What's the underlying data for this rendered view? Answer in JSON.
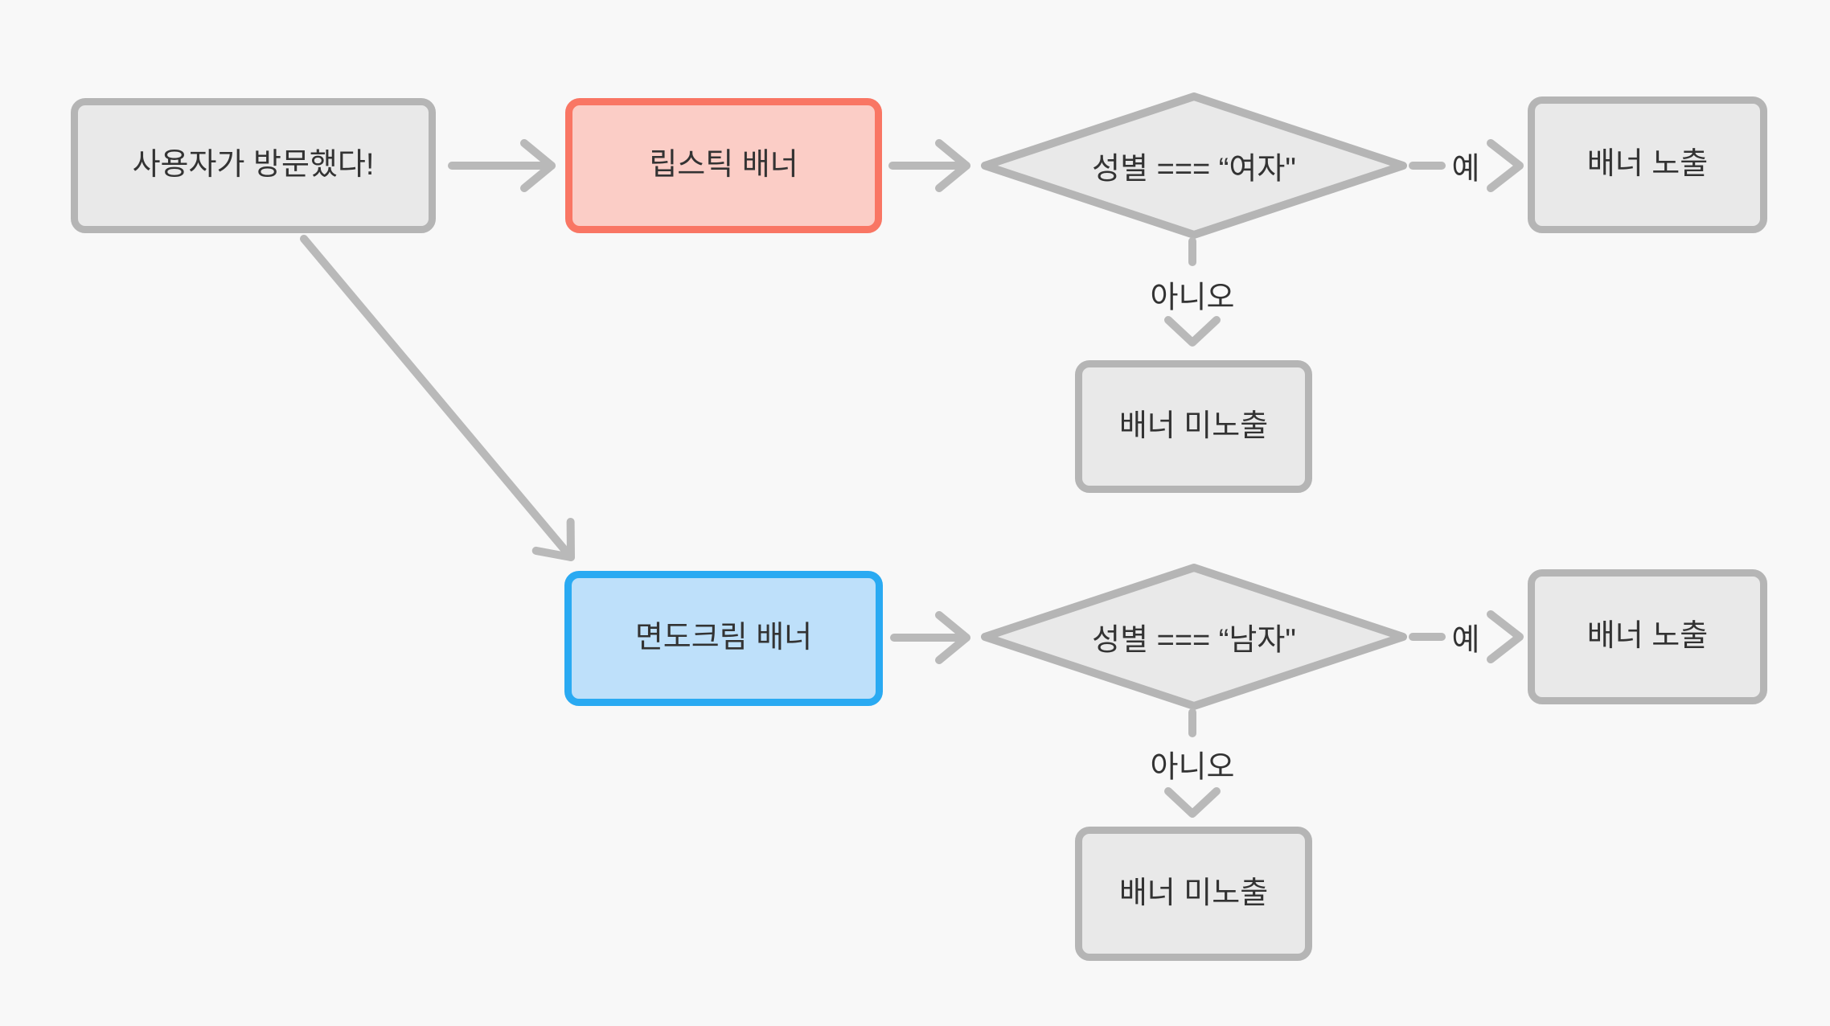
{
  "colors": {
    "background": "#F8F8F8",
    "node_fill": "#E9E9E9",
    "node_border": "#B5B5B5",
    "edge": "#B9B9B9",
    "text": "#333333",
    "lipstick_border": "#F97664",
    "lipstick_fill": "#FBCDC6",
    "shaving_border": "#2AAAF2",
    "shaving_fill": "#BEE0FA"
  },
  "nodes": {
    "start": {
      "label": "사용자가 방문했다!"
    },
    "lipstick_banner": {
      "label": "립스틱 배너"
    },
    "female_condition": {
      "label": "성별 === “여자\""
    },
    "show_banner_1": {
      "label": "배너 노출"
    },
    "hide_banner_1": {
      "label": "배너 미노출"
    },
    "shaving_banner": {
      "label": "면도크림 배너"
    },
    "male_condition": {
      "label": "성별 === “남자\""
    },
    "show_banner_2": {
      "label": "배너 노출"
    },
    "hide_banner_2": {
      "label": "배너 미노출"
    }
  },
  "edge_labels": {
    "yes_1": "예",
    "no_1": "아니오",
    "yes_2": "예",
    "no_2": "아니오"
  }
}
